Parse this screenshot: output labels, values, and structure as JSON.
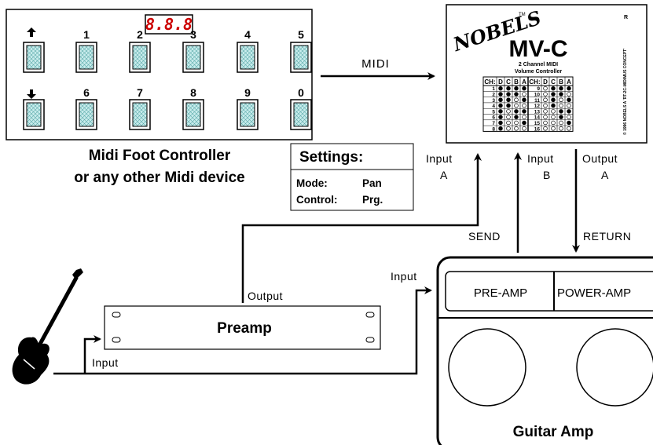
{
  "foot_controller": {
    "display": "8.8.8",
    "up_arrow": "up-arrow",
    "down_arrow": "down-arrow",
    "top_labels": [
      "1",
      "2",
      "3",
      "4",
      "5"
    ],
    "bottom_labels": [
      "6",
      "7",
      "8",
      "9",
      "0"
    ],
    "caption_line1": "Midi Foot Controller",
    "caption_line2": "or any other Midi device"
  },
  "midi_label": "MIDI",
  "settings": {
    "title": "Settings:",
    "mode_label": "Mode:",
    "mode_value": "Pan",
    "control_label": "Control:",
    "control_value": "Prg."
  },
  "mvc": {
    "brand": "NOBELS",
    "trademark": "TM",
    "corner_mark": "R",
    "model": "MV-C",
    "subtitle1": "2 Channel MIDI",
    "subtitle2": "Volume Controller",
    "side_text": "© 1996 NOBELS  A 'RT-2C-MIDIMUS CONCEPT'",
    "table_headers": [
      "CH:",
      "D",
      "C",
      "B",
      "A",
      "CH:",
      "D",
      "C",
      "B",
      "A"
    ],
    "channels_left": [
      "1",
      "2",
      "3",
      "4",
      "5",
      "6",
      "7",
      "8"
    ],
    "channels_right": [
      "9",
      "10",
      "11",
      "12",
      "13",
      "14",
      "15",
      "16"
    ],
    "filled_pattern_left": [
      [
        1,
        1,
        1,
        1
      ],
      [
        1,
        1,
        1,
        0
      ],
      [
        1,
        1,
        0,
        1
      ],
      [
        1,
        1,
        0,
        0
      ],
      [
        1,
        0,
        1,
        1
      ],
      [
        1,
        0,
        1,
        0
      ],
      [
        1,
        0,
        0,
        1
      ],
      [
        1,
        0,
        0,
        0
      ]
    ],
    "filled_pattern_right": [
      [
        0,
        1,
        1,
        1
      ],
      [
        0,
        1,
        1,
        0
      ],
      [
        0,
        1,
        0,
        1
      ],
      [
        0,
        1,
        0,
        0
      ],
      [
        0,
        0,
        1,
        1
      ],
      [
        0,
        0,
        1,
        0
      ],
      [
        0,
        0,
        0,
        1
      ],
      [
        0,
        0,
        0,
        0
      ]
    ]
  },
  "labels": {
    "input_a_1": "Input",
    "input_a_2": "A",
    "input_b_1": "Input",
    "input_b_2": "B",
    "output_a_1": "Output",
    "output_a_2": "A",
    "send": "SEND",
    "return": "RETURN",
    "preamp_output": "Output",
    "preamp_input": "Input",
    "amp_input": "Input"
  },
  "preamp": {
    "title": "Preamp"
  },
  "guitar_amp": {
    "pre_amp": "PRE-AMP",
    "power_amp": "POWER-AMP",
    "title": "Guitar Amp"
  },
  "colors": {
    "pedal_fill": "#c8ecec",
    "display_red": "#cc0000",
    "line": "#000000"
  }
}
